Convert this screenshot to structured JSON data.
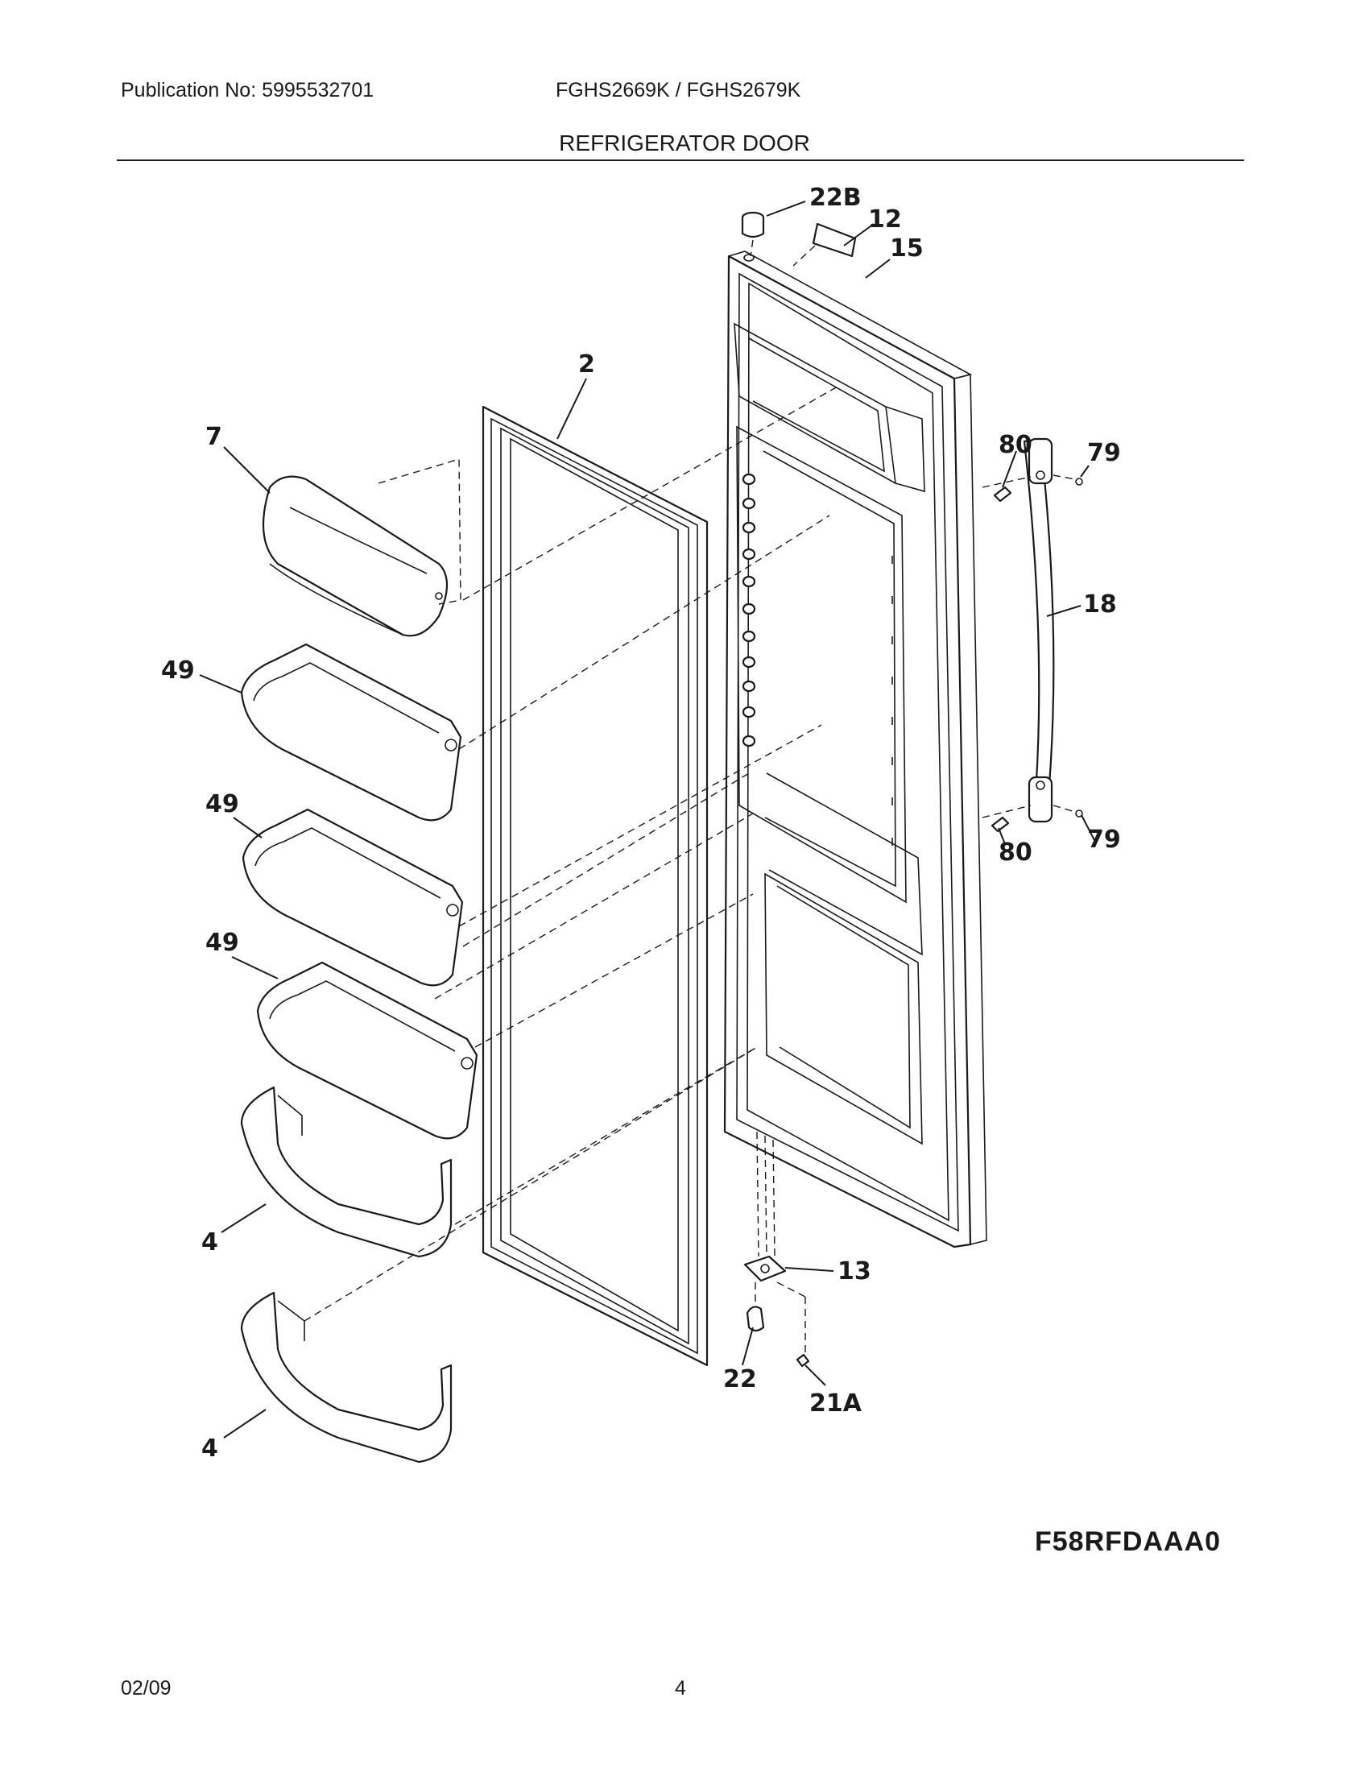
{
  "header": {
    "publication": "Publication No: 5995532701",
    "models": "FGHS2669K / FGHS2679K",
    "title": "REFRIGERATOR DOOR"
  },
  "callouts": {
    "c22b": "22B",
    "c12": "12",
    "c15": "15",
    "c2": "2",
    "c7": "7",
    "c80a": "80",
    "c79a": "79",
    "c18": "18",
    "c49a": "49",
    "c49b": "49",
    "c49c": "49",
    "c80b": "80",
    "c79b": "79",
    "c4a": "4",
    "c13": "13",
    "c22": "22",
    "c21a": "21A",
    "c4b": "4"
  },
  "diagram_code": "F58RFDAAA0",
  "footer": {
    "date": "02/09",
    "page": "4"
  }
}
